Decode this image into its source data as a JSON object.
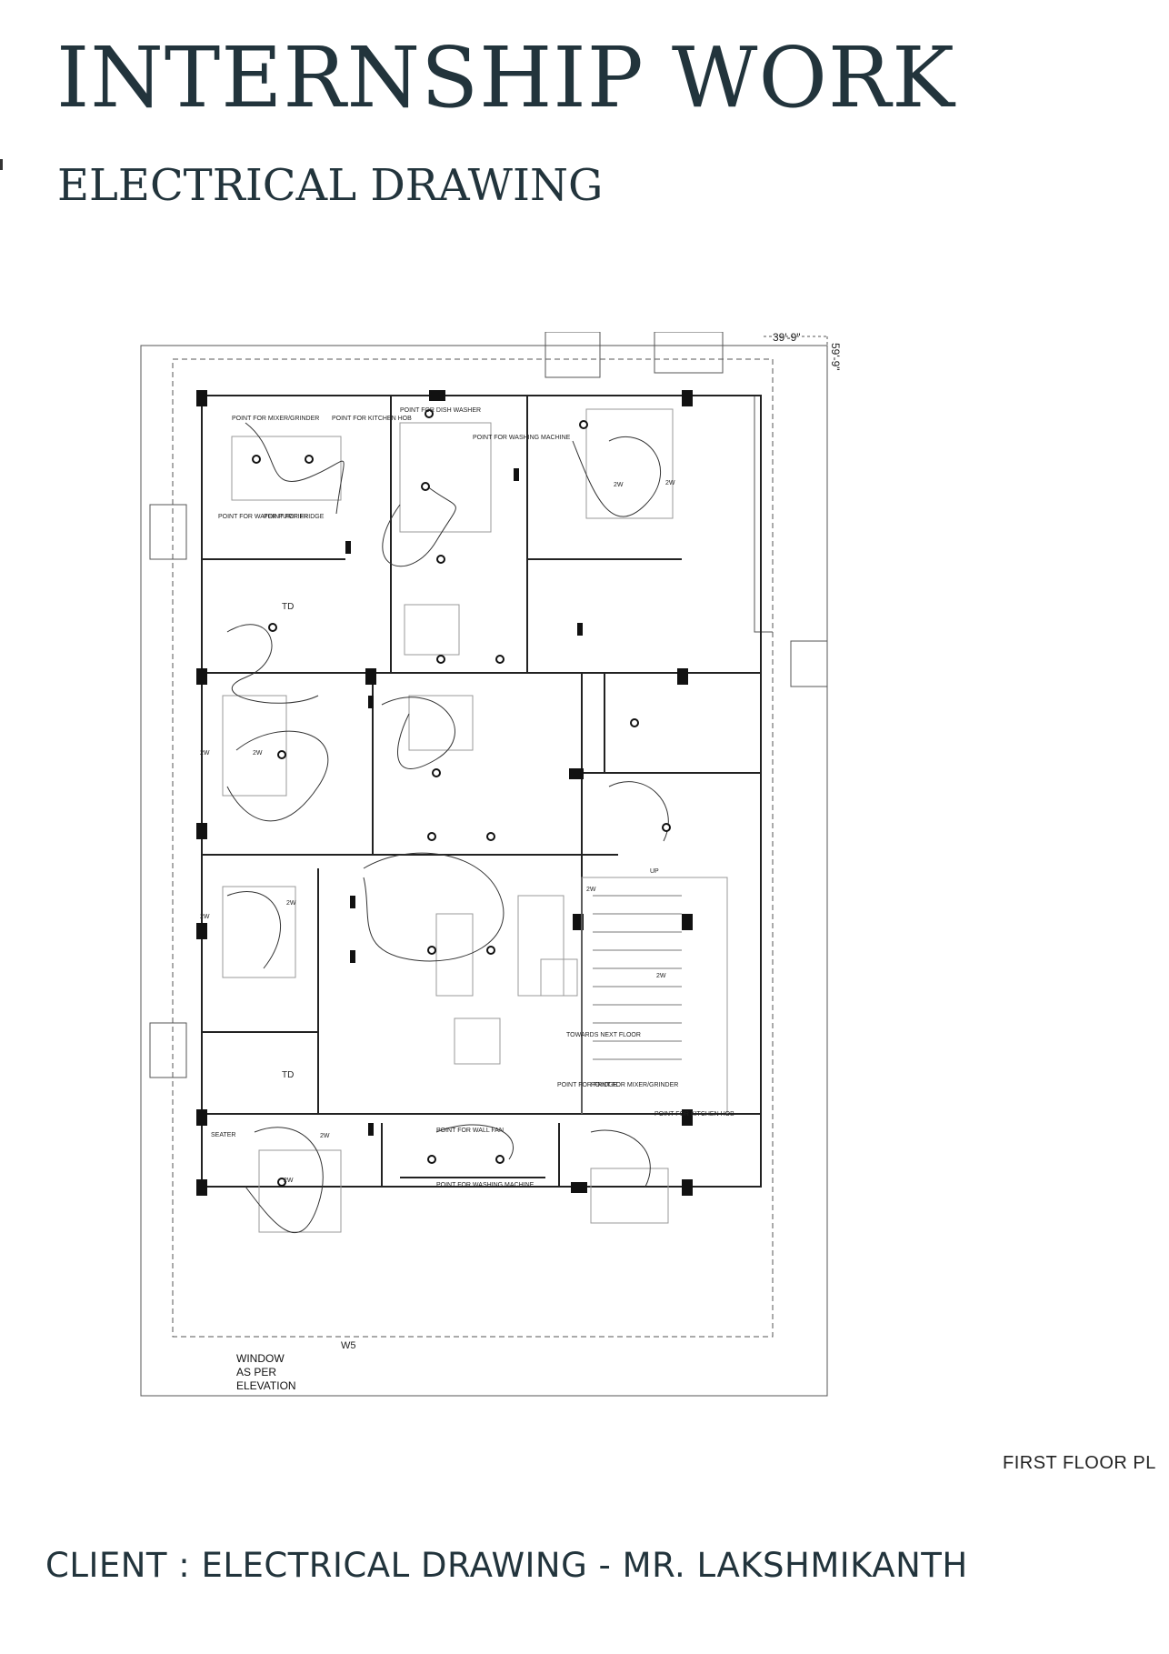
{
  "header": {
    "title": "INTERNSHIP WORK",
    "subtitle": "ELECTRICAL DRAWING"
  },
  "plan": {
    "dim_width": "39'-9\"",
    "dim_depth": "59'-9\"",
    "window_tag": "W5",
    "window_note": [
      "WINDOW",
      "AS PER",
      "ELEVATION"
    ],
    "labels": {
      "point_mixer_top": "POINT FOR MIXER/GRINDER",
      "point_kitchen_hob_top": "POINT FOR KITCHEN HOB",
      "point_dish_washer": "POINT FOR DISH WASHER",
      "point_washing_top": "POINT FOR WASHING MACHINE",
      "water_purifier": "POINT FOR WATER PURIFIER",
      "point_fridge_top": "POINT FOR FRIDGE",
      "td": "TD",
      "wattage": "2W",
      "up": "UP",
      "towards_next_floor": "TOWARDS NEXT FLOOR",
      "point_fridge_bottom": "POINT FOR FRIDGE",
      "point_mixer_bottom": "POINT FOR MIXER/GRINDER",
      "point_kitchen_hob_bottom": "POINT FOR KITCHEN HOB",
      "point_wall_fan": "POINT FOR WALL FAN",
      "point_washing_bottom": "POINT FOR WASHING MACHINE",
      "seater": "SEATER"
    }
  },
  "footer": {
    "plan_caption": "FIRST FLOOR PL",
    "client_line": "CLIENT : ELECTRICAL DRAWING - MR. LAKSHMIKANTH"
  }
}
